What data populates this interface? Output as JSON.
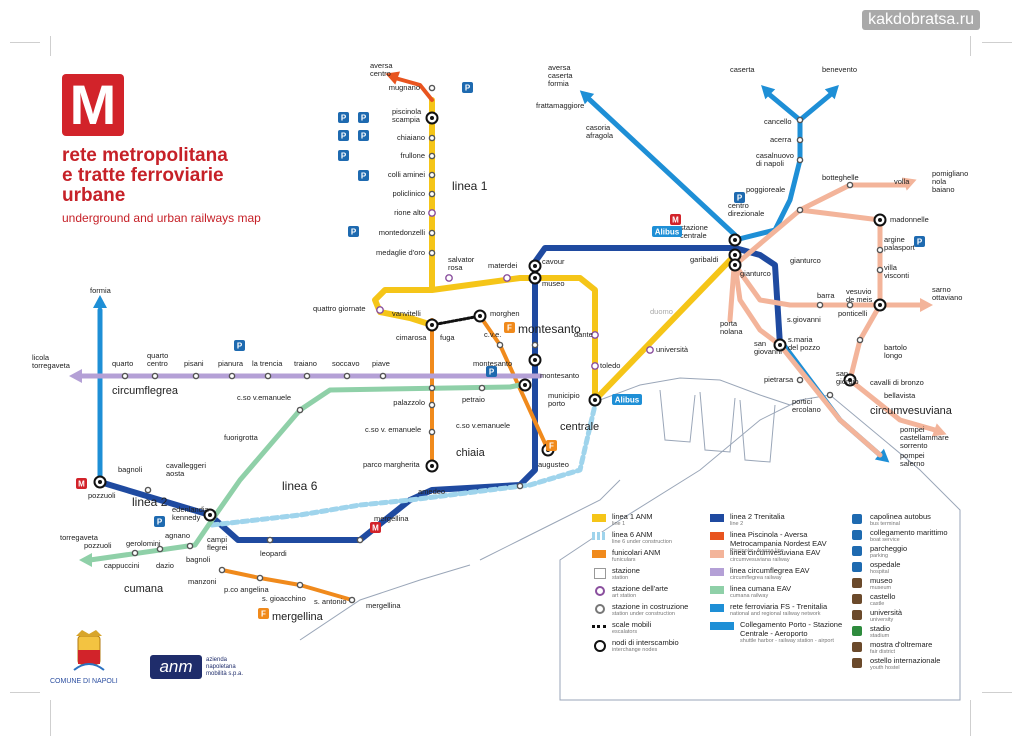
{
  "watermark": "kakdobratsa.ru",
  "header": {
    "logo_letter": "M",
    "title_lines": [
      "rete metropolitana",
      "e tratte ferroviarie",
      "urbane"
    ],
    "subtitle": "underground and urban railways map"
  },
  "line_labels": {
    "linea1": "linea 1",
    "linea2": "linea 2",
    "linea6": "linea 6",
    "circumflegrea": "circumflegrea",
    "cumana": "cumana",
    "circumvesuviana": "circumvesuviana",
    "montesanto": "montesanto",
    "chiaia": "chiaia",
    "centrale": "centrale",
    "mergellina": "mergellina",
    "duomo": "duomo"
  },
  "stations": {
    "aversa_centro": "aversa\ncentro",
    "mugnano": "mugnano",
    "piscinola": "piscinola\nscampia",
    "chiaiano": "chiaiano",
    "frullone": "frullone",
    "colli_aminei": "colli aminei",
    "policlinico": "policlinico",
    "rione_alto": "rione alto",
    "montedonzelli": "montedonzelli",
    "medaglie": "medaglie d'oro",
    "salvator_rosa": "salvator\nrosa",
    "materdei": "materdei",
    "cavour": "cavour",
    "museo": "museo",
    "dante": "dante",
    "toledo": "toledo",
    "municipio": "municipio\nporto",
    "universita": "università",
    "garibaldi": "garibaldi",
    "stazione_centrale": "stazione\ncentrale",
    "vanvitelli": "vanvitelli",
    "quattro_giornate": "quattro giornate",
    "cimarosa": "cimarosa",
    "fuga": "fuga",
    "morghen": "morghen",
    "cve": "c.v.e.",
    "montesanto_st": "montesanto",
    "palazzolo": "palazzolo",
    "petraio": "petraio",
    "cso_ve1": "c.so v.emanuele",
    "cso_ve2": "c.so v. emanuele",
    "cso_ve3": "c.so v.emanuele",
    "parco_margherita": "parco margherita",
    "amedeo": "amedeo",
    "augusteo": "augusteo",
    "mergellina_st": "mergellina",
    "fuorigrotta": "fuorigrotta",
    "formia": "formia",
    "licola": "licola\ntorregaveta",
    "quarto": "quarto",
    "quarto_centro": "quarto\ncentro",
    "pisani": "pisani",
    "pianura": "pianura",
    "la_trencia": "la trencia",
    "traiano": "traiano",
    "soccavo": "soccavo",
    "piave": "piave",
    "pozzuoli": "pozzuoli",
    "bagnoli": "bagnoli",
    "cavalleggeri": "cavalleggeri\naosta",
    "edenlandia": "edenlandia\nkennedy",
    "campi_flegrei": "campi\nflegrei",
    "leopardi": "leopardi",
    "torregaveta": "torregaveta",
    "pozzuoli2": "pozzuoli",
    "gerolomini": "gerolomini",
    "agnano": "agnano",
    "bagnoli2": "bagnoli",
    "cappuccini": "cappuccini",
    "dazio": "dazio",
    "manzoni": "manzoni",
    "pco_angelina": "p.co angelina",
    "s_gioacchino": "s. gioacchino",
    "s_antonio": "s. antonio",
    "mergellina_fun": "mergellina",
    "aversa_caserta": "aversa\ncaserta\nformia",
    "frattamaggiore": "frattamaggiore",
    "casoria": "casoria\nafragola",
    "caserta": "caserta",
    "benevento": "benevento",
    "cancello": "cancello",
    "acerra": "acerra",
    "casalnuovo": "casalnuovo\ndi napoli",
    "poggioreale": "poggioreale",
    "centro_direzionale": "centro\ndirezionale",
    "botteghelle": "botteghelle",
    "volla": "volla",
    "pomigliano": "pomigliano\nnola\nbaiano",
    "madonnelle": "madonnelle",
    "argine": "argine\npalasport",
    "villa_visconti": "villa\nvisconti",
    "sarno": "sarno\nottaviano",
    "gianturco1": "gianturco",
    "gianturco2": "gianturco",
    "porta_nolana": "porta\nnolana",
    "san_giovanni1": "san\ngiovanni",
    "san_giovanni2": "s.giovanni",
    "barra": "barra",
    "vesuvio_de_meis": "vesuvio\nde meis",
    "ponticelli": "ponticelli",
    "s_maria_pozzo": "s.maria\ndel pozzo",
    "bartolo_longo": "bartolo\nlongo",
    "san_giorgio": "san\ngiorgio",
    "cavalli_di_bronzo": "cavalli di bronzo",
    "bellavista": "bellavista",
    "pietrarsa": "pietrarsa",
    "portici": "portici\nercolano",
    "pompei_cs": "pompei\ncastellammare\nsorrento",
    "pompei_salerno": "pompei\nsalerno"
  },
  "legend": [
    {
      "label": "linea 1 ANM",
      "sub": "line 1",
      "color": "#f5c518",
      "kind": "bar"
    },
    {
      "label": "linea 6 ANM",
      "sub": "line 6 under construction",
      "color": "#9fd4ec",
      "kind": "dashed"
    },
    {
      "label": "funicolari ANM",
      "sub": "funiculars",
      "color": "#f08a1c",
      "kind": "bar"
    },
    {
      "label": "stazione",
      "sub": "station",
      "color": "#999999",
      "kind": "box"
    },
    {
      "label": "stazione dell'arte",
      "sub": "art station",
      "color": "#8a4f9e",
      "kind": "dot"
    },
    {
      "label": "stazione in costruzione",
      "sub": "station under construction",
      "color": "#777777",
      "kind": "dot"
    },
    {
      "label": "scale mobili",
      "sub": "escalators",
      "color": "#111111",
      "kind": "dotted"
    },
    {
      "label": "nodi di interscambio",
      "sub": "interchange nodes",
      "color": "#111111",
      "kind": "node"
    },
    {
      "label": "linea 2 Trenitalia",
      "sub": "line 2",
      "color": "#1f4aa0",
      "kind": "bar"
    },
    {
      "label": "linea Piscinola - Aversa Metrocampania Nordest EAV",
      "sub": "Piscinola - Aversa line",
      "color": "#e8541f",
      "kind": "bar"
    },
    {
      "label": "linea circumvesuviana EAV",
      "sub": "circumvesuviana railway",
      "color": "#f3b49a",
      "kind": "bar"
    },
    {
      "label": "linea circumflegrea EAV",
      "sub": "circumflegrea railway",
      "color": "#b4a0d6",
      "kind": "bar"
    },
    {
      "label": "linea cumana EAV",
      "sub": "cumana railway",
      "color": "#8fd0a8",
      "kind": "bar"
    },
    {
      "label": "rete ferroviaria FS - Trenitalia",
      "sub": "national and regional railway network",
      "color": "#1e8fd6",
      "kind": "bar"
    },
    {
      "label": "Collegamento Porto - Stazione Centrale - Aeroporto",
      "sub": "shuttle harbor - railway station - airport",
      "color": "#1e8fd6",
      "kind": "alibus"
    },
    {
      "label": "capolinea autobus",
      "sub": "bus terminal",
      "color": "#1e6ab0",
      "kind": "icon"
    },
    {
      "label": "collegamento marittimo",
      "sub": "boat service",
      "color": "#1e6ab0",
      "kind": "icon"
    },
    {
      "label": "parcheggio",
      "sub": "parking",
      "color": "#1e6ab0",
      "kind": "icon"
    },
    {
      "label": "ospedale",
      "sub": "hospital",
      "color": "#1e6ab0",
      "kind": "icon"
    },
    {
      "label": "museo",
      "sub": "museum",
      "color": "#6b4a2b",
      "kind": "icon"
    },
    {
      "label": "castello",
      "sub": "castle",
      "color": "#6b4a2b",
      "kind": "icon"
    },
    {
      "label": "università",
      "sub": "university",
      "color": "#6b4a2b",
      "kind": "icon"
    },
    {
      "label": "stadio",
      "sub": "stadium",
      "color": "#2e8b3d",
      "kind": "icon"
    },
    {
      "label": "mostra d'oltremare",
      "sub": "fair district",
      "color": "#6b4a2b",
      "kind": "icon"
    },
    {
      "label": "ostello internazionale",
      "sub": "youth hostel",
      "color": "#6b4a2b",
      "kind": "icon"
    }
  ],
  "footer": {
    "comune": "COMUNE DI NAPOLI",
    "anm": "anm",
    "anm_full": "azienda\nnapoletana\nmobilità s.p.a."
  },
  "icon_labels": {
    "parking": "P",
    "alibus": "Alibus",
    "metro": "M",
    "funicular": "F"
  },
  "colors": {
    "linea1": "#f5c518",
    "linea2": "#1f4aa0",
    "linea6": "#9fd4ec",
    "funicular": "#f08a1c",
    "circumflegrea": "#b4a0d6",
    "cumana": "#8fd0a8",
    "circumvesuviana": "#f3b49a",
    "fs": "#1e8fd6",
    "aversa": "#e8541f",
    "brand_red": "#d2232a"
  }
}
